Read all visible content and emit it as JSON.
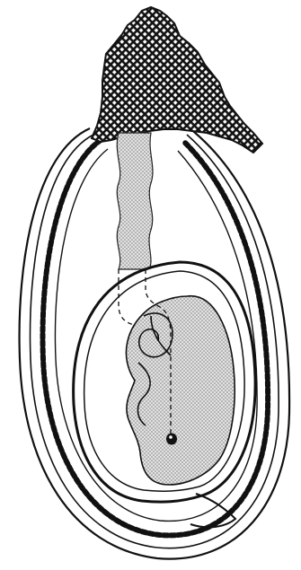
{
  "figure": {
    "parts": [
      {
        "key": "crosshatch-mass",
        "fill": "#1a1a1a"
      },
      {
        "key": "stalk",
        "fill": "#c8c8c8"
      },
      {
        "key": "outer-coat",
        "stroke": "#111111"
      },
      {
        "key": "wavy-layer",
        "stroke": "#111111"
      },
      {
        "key": "inner-sac",
        "stroke": "#111111"
      },
      {
        "key": "embryo-body",
        "fill": "#cfcfcf"
      },
      {
        "key": "embryo-spot",
        "fill": "#111111"
      }
    ],
    "colors": {
      "background": "#ffffff",
      "ink": "#111111",
      "stipple": "#9a9a9a",
      "hatch": "#222222"
    }
  }
}
